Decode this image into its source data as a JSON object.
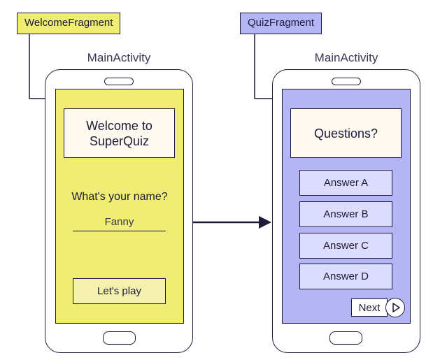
{
  "left": {
    "fragment_tag": "WelcomeFragment",
    "activity_label": "MainActivity",
    "title": "Welcome to SuperQuiz",
    "name_question": "What's your name?",
    "name_value": "Fanny",
    "play_button": "Let's play"
  },
  "right": {
    "fragment_tag": "QuizFragment",
    "activity_label": "MainActivity",
    "question": "Questions?",
    "answers": [
      "Answer A",
      "Answer B",
      "Answer C",
      "Answer D"
    ],
    "next_label": "Next"
  },
  "colors": {
    "welcome_yellow": "#efed74",
    "quiz_purple": "#b4b5f5",
    "answer_fill": "#dcdcff",
    "card_fill": "#fffaf0",
    "ink": "#1f1a3a"
  }
}
